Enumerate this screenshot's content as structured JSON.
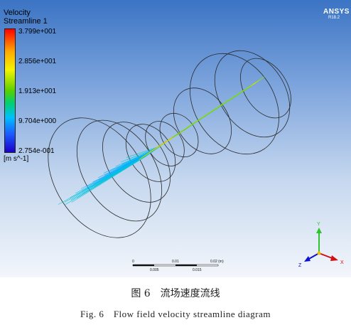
{
  "legend": {
    "title_line1": "Velocity",
    "title_line2": "Streamline 1",
    "values": [
      "3.799e+001",
      "2.856e+001",
      "1.913e+001",
      "9.704e+000",
      "2.754e-001"
    ],
    "unit": "[m s^-1]"
  },
  "brand": {
    "name": "ANSYS",
    "version": "R18.2"
  },
  "scale_bar": {
    "top_labels": [
      "0",
      "0.01",
      "0.02 (m)"
    ],
    "bottom_labels": [
      "0.005",
      "0.015"
    ]
  },
  "axes_triad": {
    "y_label": "Y",
    "x_label": "X",
    "z_label": "Z"
  },
  "caption": {
    "cn": "图 6　流场速度流线",
    "en": "Fig. 6　Flow field velocity streamline diagram"
  },
  "colors": {
    "background_top": "#3b74c4",
    "background_bottom": "#f3f6fb",
    "triad_y": "#2ec42e",
    "triad_x": "#d01010",
    "triad_z": "#1010d0"
  }
}
